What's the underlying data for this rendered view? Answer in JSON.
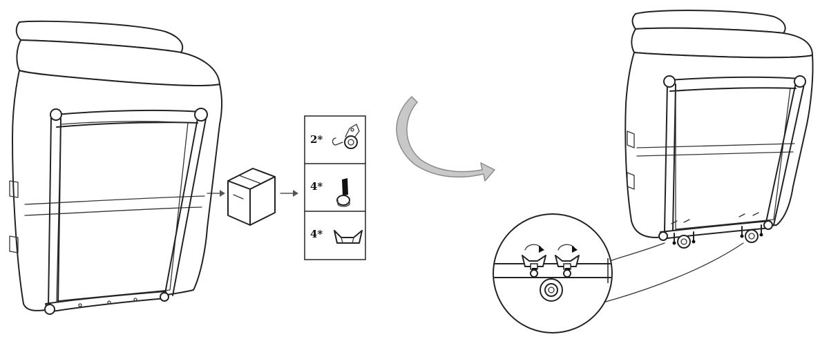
{
  "parts": [
    {
      "qty": "2*",
      "icon": "caster-wheel-icon"
    },
    {
      "qty": "4*",
      "icon": "bolt-icon"
    },
    {
      "qty": "4*",
      "icon": "wing-nut-icon"
    }
  ],
  "colors": {
    "line": "#222222",
    "arrow_gray": "#9a9a9a",
    "background": "#ffffff"
  }
}
